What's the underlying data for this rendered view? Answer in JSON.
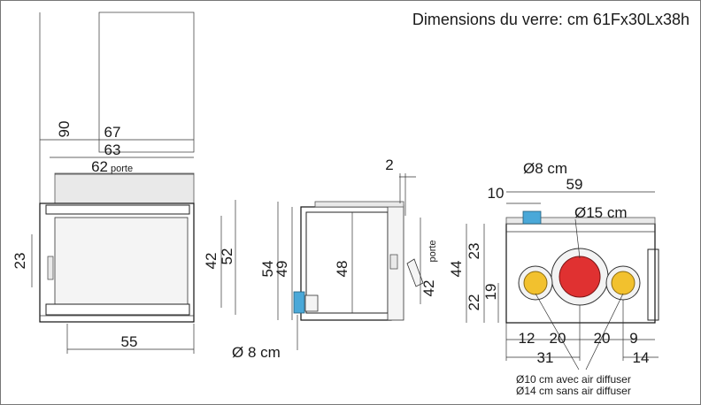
{
  "header": {
    "glass_dimensions": "Dimensions du verre: cm 61Fx30Lx38h"
  },
  "front_view": {
    "dim_flue_height": "90",
    "dim_width_outer": "67",
    "dim_width_inner": "63",
    "dim_door_width": "62",
    "door_label": "porte",
    "dim_left_height": "23",
    "dim_glass_height": "42",
    "dim_total_height": "52",
    "dim_bottom_width": "55"
  },
  "side_view": {
    "dim_top_offset": "2",
    "dim_height_outer": "54",
    "dim_height_inner": "49",
    "dim_body_height": "48",
    "dim_door_height": "42",
    "door_label": "porte",
    "inlet_diameter": "Ø 8 cm"
  },
  "rear_view": {
    "inlet_diameter": "Ø8 cm",
    "dim_inlet_offset": "10",
    "dim_top_width": "59",
    "flue_diameter": "Ø15 cm",
    "dim_height": "44",
    "dim_upper": "23",
    "dim_lower": "22",
    "dim_outlet_height": "19",
    "dim_offset_12": "12",
    "dim_spacing_left": "20",
    "dim_spacing_right": "20",
    "dim_offset_9": "9",
    "dim_left_span": "31",
    "dim_right_span": "14",
    "note_with_diffuser": "Ø10 cm avec air diffuser",
    "note_without_diffuser": "Ø14 cm sans  air diffuser",
    "colors": {
      "flue": "#e03131",
      "outlets": "#f2c12e",
      "inlet": "#4aa8d8"
    }
  }
}
